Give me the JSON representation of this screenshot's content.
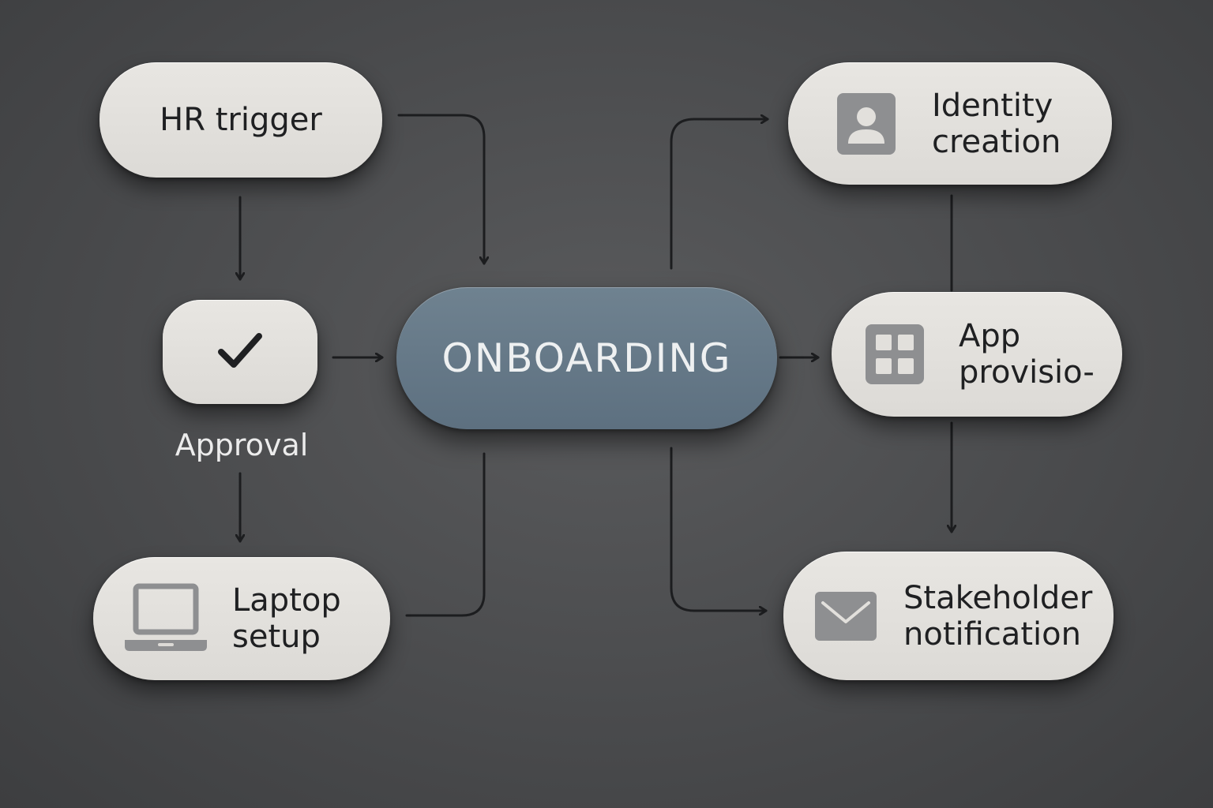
{
  "diagram": {
    "hub": {
      "label": "ONBOARDING"
    },
    "nodes": {
      "hr_trigger": {
        "label": "HR trigger"
      },
      "approval": {
        "label": "Approval",
        "icon": "checkmark-icon"
      },
      "laptop_setup": {
        "label": "Laptop\nsetup",
        "icon": "laptop-icon"
      },
      "identity_creation": {
        "label": "Identity\ncreation",
        "icon": "user-icon"
      },
      "app_provisioning": {
        "label": "App\nprovisio-",
        "icon": "app-grid-icon"
      },
      "stakeholder_notification": {
        "label": "Stakeholder\nnotification",
        "icon": "envelope-icon"
      }
    },
    "edges": [
      {
        "from": "hr_trigger",
        "to": "approval"
      },
      {
        "from": "hr_trigger",
        "to": "hub"
      },
      {
        "from": "approval",
        "to": "hub"
      },
      {
        "from": "approval",
        "to": "laptop_setup"
      },
      {
        "from": "laptop_setup",
        "to": "hub"
      },
      {
        "from": "hub",
        "to": "identity_creation"
      },
      {
        "from": "hub",
        "to": "app_provisioning"
      },
      {
        "from": "hub",
        "to": "stakeholder_notification"
      },
      {
        "from": "identity_creation",
        "to": "app_provisioning"
      },
      {
        "from": "app_provisioning",
        "to": "stakeholder_notification"
      }
    ],
    "colors": {
      "background": "#4a4b4d",
      "node_fill": "#e2e0dc",
      "hub_fill": "#667987",
      "connector": "#1c1d1f",
      "icon_gray": "#8e8f91"
    }
  }
}
